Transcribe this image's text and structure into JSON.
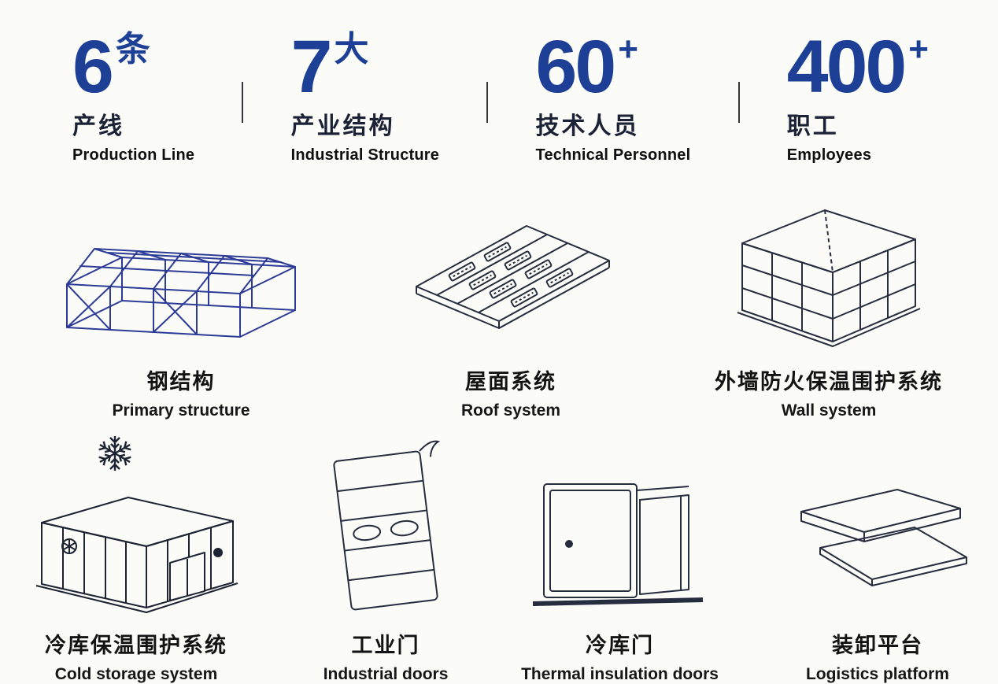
{
  "stats": [
    {
      "number": "6",
      "suffix": "条",
      "zh": "产线",
      "en": "Production Line"
    },
    {
      "number": "7",
      "suffix": "大",
      "zh": "产业结构",
      "en": "Industrial Structure"
    },
    {
      "number": "60",
      "suffix": "+",
      "zh": "技术人员",
      "en": "Technical Personnel"
    },
    {
      "number": "400",
      "suffix": "+",
      "zh": "职工",
      "en": "Employees"
    }
  ],
  "products": [
    {
      "zh": "钢结构",
      "en": "Primary structure",
      "icon": "steel-structure-illustration"
    },
    {
      "zh": "屋面系统",
      "en": "Roof system",
      "icon": "roof-system-illustration"
    },
    {
      "zh": "外墙防火保温围护系统",
      "en": "Wall system",
      "icon": "wall-system-illustration"
    },
    {
      "zh": "冷库保温围护系统",
      "en": "Cold storage system",
      "icon": "cold-storage-illustration"
    },
    {
      "zh": "工业门",
      "en": "Industrial doors",
      "icon": "industrial-door-illustration"
    },
    {
      "zh": "冷库门",
      "en": "Thermal insulation doors",
      "icon": "cold-storage-door-illustration"
    },
    {
      "zh": "装卸平台",
      "en": "Logistics platform",
      "icon": "loading-platform-illustration"
    }
  ],
  "colors": {
    "accent_blue": "#1d3f96",
    "illustration_blue": "#2c3b97",
    "line_dark": "#262d3e",
    "text_dark": "#121212",
    "background": "#fbfbf8"
  }
}
